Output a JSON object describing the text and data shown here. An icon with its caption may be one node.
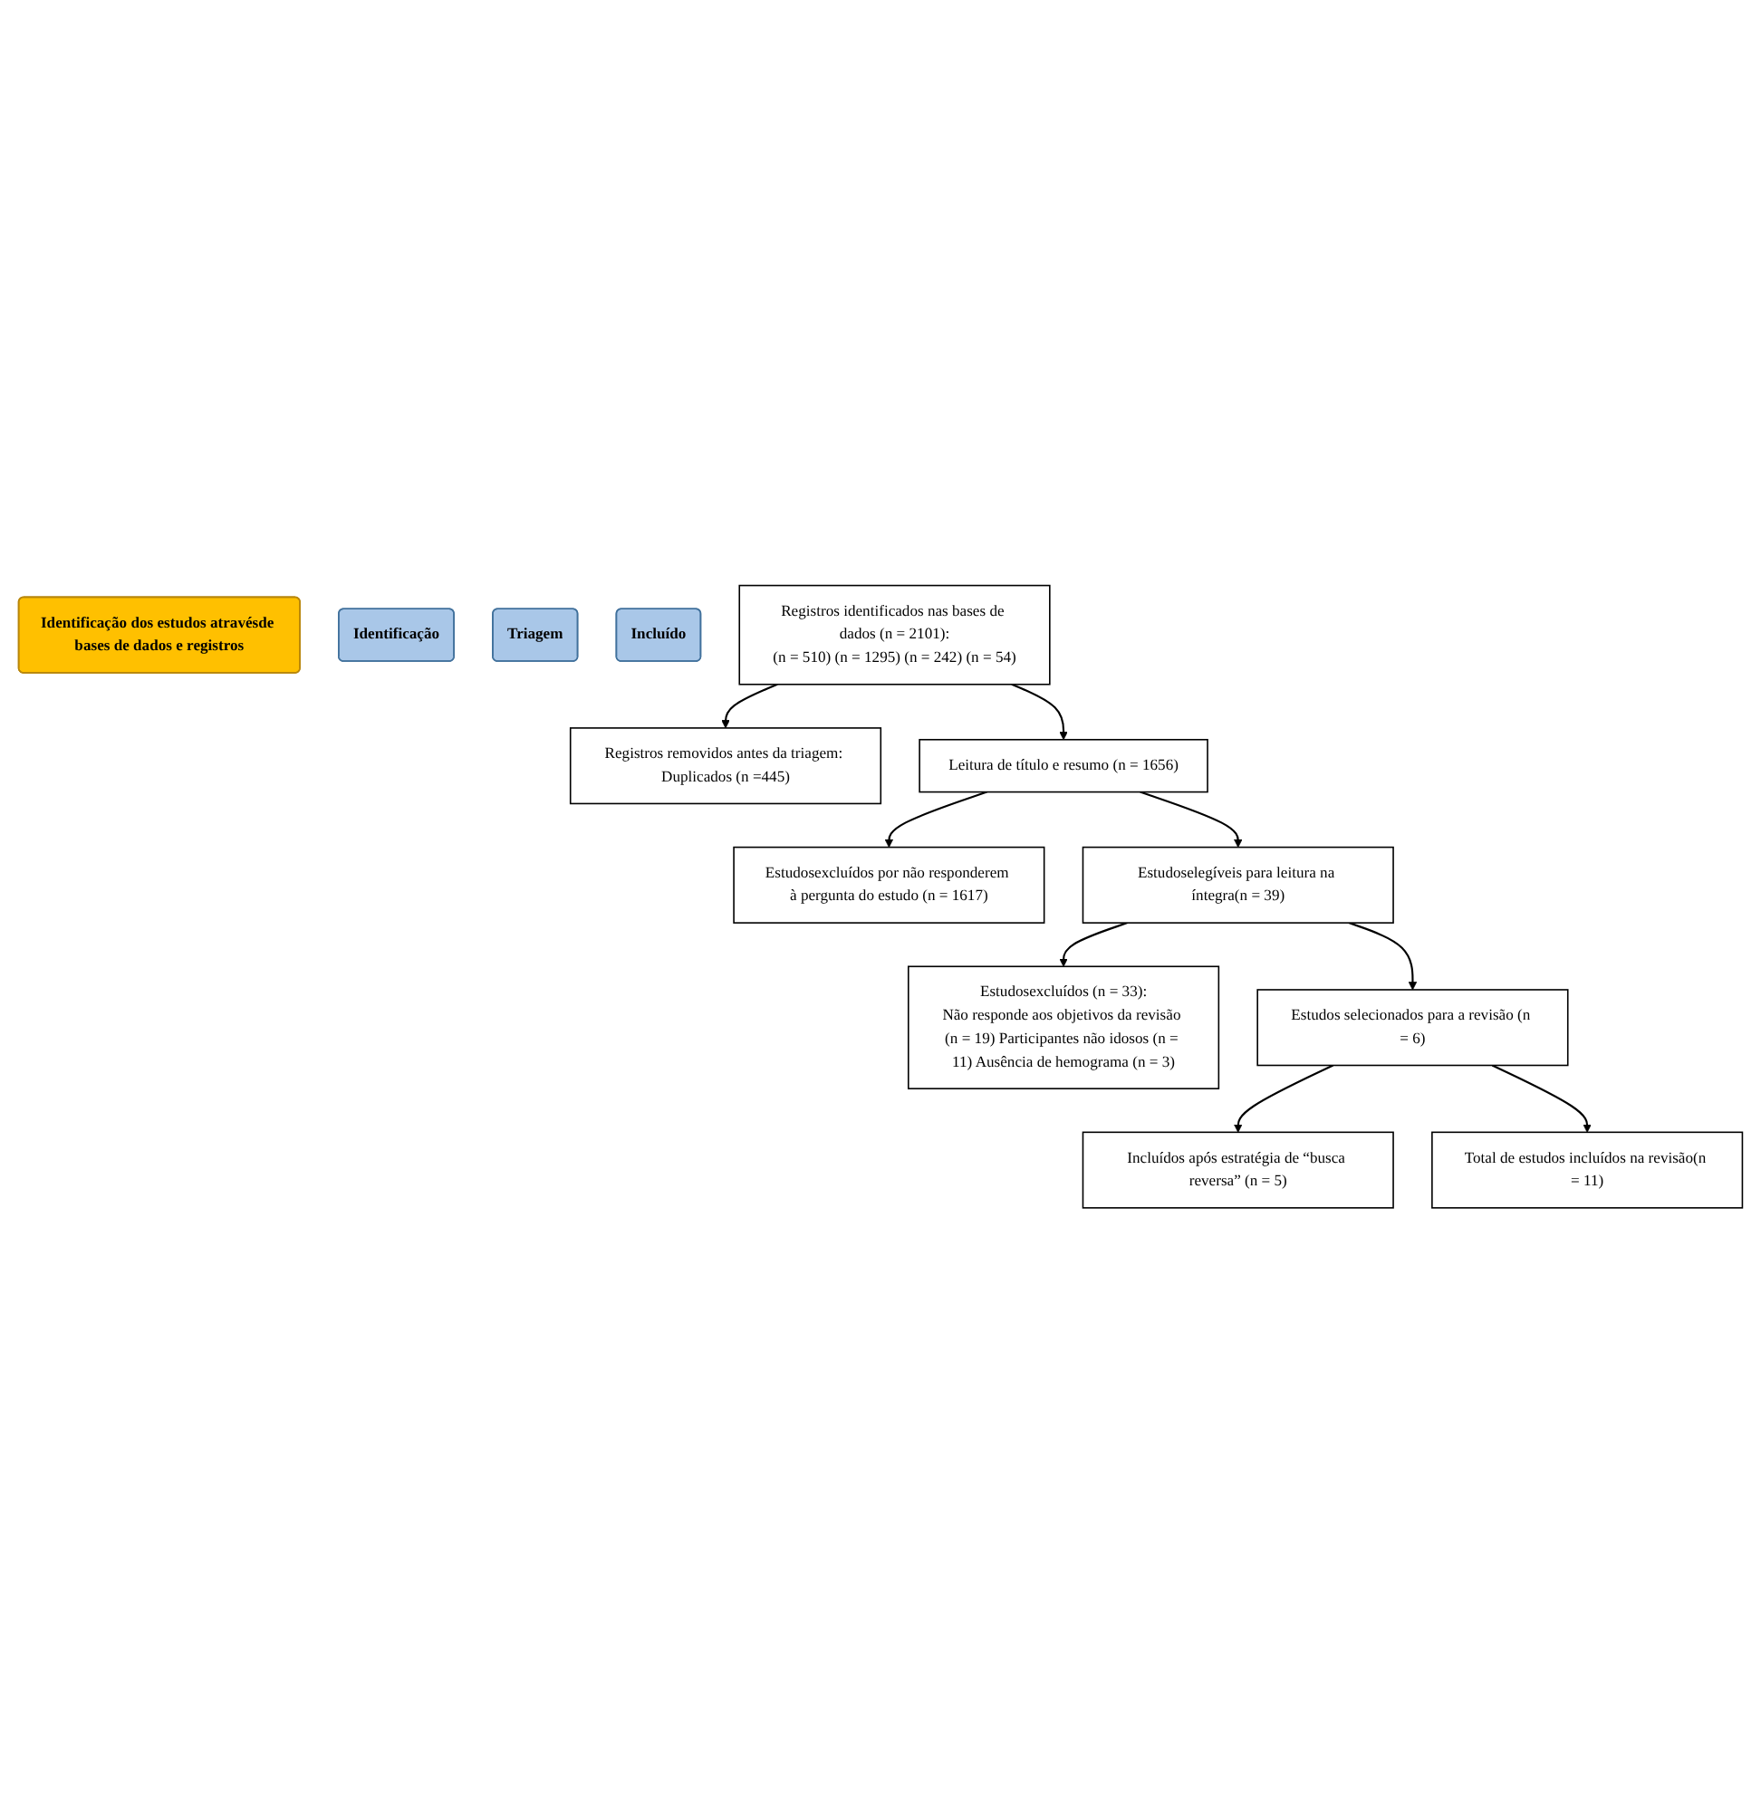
{
  "diagram": {
    "nodes": [
      {
        "text": [
          "Identificação dos estudos atravésde bases de dados e registros"
        ]
      },
      {
        "text": [
          "Identificação"
        ]
      },
      {
        "text": [
          "Triagem"
        ]
      },
      {
        "text": [
          "Incluído"
        ]
      },
      {
        "text": [
          "Registros identificados nas bases de dados (n = 2101):",
          "(n = 510) (n = 1295) (n = 242) (n = 54)"
        ]
      },
      {
        "text": [
          "Registros removidos antes da triagem: Duplicados (n =445)"
        ]
      },
      {
        "text": [
          "Leitura de título e resumo (n = 1656)"
        ]
      },
      {
        "text": [
          "Estudosexcluídos por não responderem à pergunta do estudo (n = 1617)"
        ]
      },
      {
        "text": [
          "Estudoselegíveis para leitura na íntegra(n = 39)"
        ]
      },
      {
        "text": [
          "Estudosexcluídos (n = 33):",
          "Não responde aos objetivos da revisão (n = 19) Participantes não idosos (n = 11) Ausência de hemograma (n = 3)"
        ]
      },
      {
        "text": [
          "Estudos selecionados para a revisão (n = 6)"
        ]
      },
      {
        "text": [
          "Incluídos após estratégia de “busca reversa” (n = 5)"
        ]
      },
      {
        "text": [
          "Total de estudos incluídos na revisão(n = 11)"
        ]
      }
    ],
    "edges": [
      {
        "from": 4,
        "to": 5,
        "arrow": "to"
      },
      {
        "from": 4,
        "to": 6,
        "arrow": "to"
      },
      {
        "from": 6,
        "to": 7,
        "arrow": "to"
      },
      {
        "from": 6,
        "to": 8,
        "arrow": "to"
      },
      {
        "from": 8,
        "to": 9,
        "arrow": "to"
      },
      {
        "from": 8,
        "to": 10,
        "arrow": "to"
      },
      {
        "from": 10,
        "to": 11,
        "arrow": "to"
      },
      {
        "from": 10,
        "to": 12,
        "arrow": "to"
      }
    ]
  }
}
